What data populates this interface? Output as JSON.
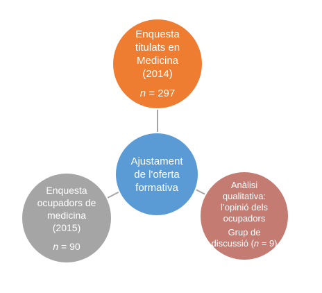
{
  "nodes": {
    "top": {
      "lines": [
        "Enquesta",
        "titulats en",
        "Medicina",
        "(2014)"
      ],
      "n_label": "n",
      "n_value": " = 297",
      "color": "#ee7d31"
    },
    "center": {
      "lines": [
        "Ajustament",
        "de l'oferta",
        "formativa"
      ],
      "color": "#5b9bd5"
    },
    "left": {
      "lines": [
        "Enquesta",
        "ocupadors de",
        "medicina",
        "(2015)"
      ],
      "n_label": "n",
      "n_value": " = 90",
      "color": "#a5a5a5"
    },
    "right": {
      "lines": [
        "Anàlisi",
        "qualitativa:",
        "l’opinió dels",
        "ocupadors"
      ],
      "sub_lines": [
        "Grup de"
      ],
      "sub_last_prefix": "discussió (",
      "n_label": "n",
      "sub_last_suffix": " = 9)",
      "color": "#c47b71"
    }
  },
  "connector_color": "#a5a5a5"
}
